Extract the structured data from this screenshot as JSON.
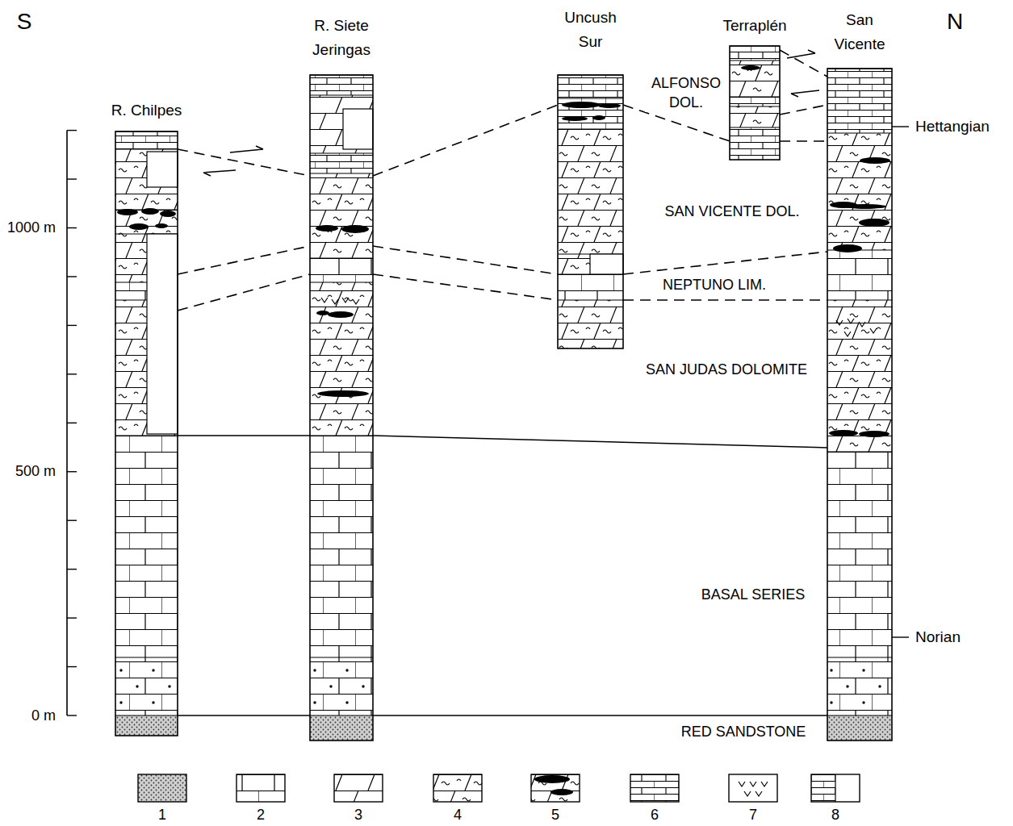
{
  "diagram": {
    "nodes": [
      {
        "text": [
          "R. Chilpes"
        ]
      },
      {
        "text": [
          "R. Siete Jeringas"
        ]
      },
      {
        "text": [
          "Uncush Sur"
        ]
      },
      {
        "text": [
          "Terraplén"
        ]
      },
      {
        "text": [
          "San Vicente"
        ]
      }
    ],
    "edges": [
      {
        "from": 0,
        "to": 1,
        "arrow": "none"
      },
      {
        "from": 1,
        "to": 2,
        "arrow": "none"
      },
      {
        "from": 2,
        "to": 3,
        "arrow": "none"
      },
      {
        "from": 3,
        "to": 4,
        "arrow": "none"
      },
      {
        "from": 3,
        "to": 4,
        "arrow": "none"
      },
      {
        "from": 3,
        "to": 4,
        "arrow": "none"
      },
      {
        "from": 0,
        "to": 1,
        "arrow": "none"
      },
      {
        "from": 0,
        "to": 1,
        "arrow": "none"
      },
      {
        "from": 1,
        "to": 2,
        "arrow": "none"
      },
      {
        "from": 1,
        "to": 2,
        "arrow": "none"
      },
      {
        "from": 2,
        "to": 4,
        "arrow": "none"
      },
      {
        "from": 2,
        "to": 4,
        "arrow": "none"
      },
      {
        "from": 0,
        "to": 1,
        "arrow": "none"
      },
      {
        "from": 1,
        "to": 4,
        "arrow": "none"
      },
      {
        "from": 0,
        "to": 1,
        "arrow": "none"
      },
      {
        "from": 1,
        "to": 4,
        "arrow": "none"
      }
    ],
    "labels": [
      "S",
      "N",
      "1000 m",
      "500 m",
      "0 m",
      "ALFONSO DOL.",
      "SAN VICENTE DOL.",
      "NEPTUNO LIM.",
      "SAN JUDAS DOLOMITE",
      "BASAL SERIES",
      "RED SANDSTONE",
      "Hettangian",
      "Norian"
    ],
    "legend": [
      {
        "text": "1"
      },
      {
        "text": "2"
      },
      {
        "text": "3"
      },
      {
        "text": "4"
      },
      {
        "text": "5"
      },
      {
        "text": "6"
      },
      {
        "text": "7"
      },
      {
        "text": "8"
      }
    ]
  }
}
